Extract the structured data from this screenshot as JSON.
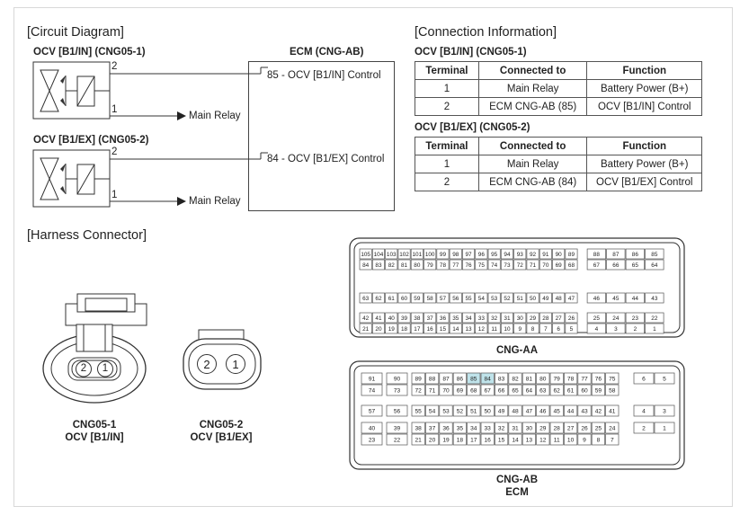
{
  "circuit": {
    "title": "[Circuit Diagram]",
    "ocv_in_label": "OCV [B1/IN] (CNG05-1)",
    "ocv_ex_label": "OCV [B1/EX] (CNG05-2)",
    "ecm_label": "ECM (CNG-AB)",
    "pin2": "2",
    "pin1": "1",
    "main_relay": "Main Relay",
    "ecm_pin85": "85 - OCV [B1/IN] Control",
    "ecm_pin84": "84 - OCV [B1/EX] Control"
  },
  "connection": {
    "title": "[Connection Information]",
    "headers": [
      "Terminal",
      "Connected to",
      "Function"
    ],
    "ocv_in": {
      "label": "OCV [B1/IN] (CNG05-1)",
      "rows": [
        [
          "1",
          "Main Relay",
          "Battery Power (B+)"
        ],
        [
          "2",
          "ECM CNG-AB (85)",
          "OCV [B1/IN] Control"
        ]
      ]
    },
    "ocv_ex": {
      "label": "OCV [B1/EX] (CNG05-2)",
      "rows": [
        [
          "1",
          "Main Relay",
          "Battery Power (B+)"
        ],
        [
          "2",
          "ECM CNG-AB (84)",
          "OCV [B1/EX] Control"
        ]
      ]
    }
  },
  "harness": {
    "title": "[Harness Connector]",
    "cng05_1": {
      "name": "CNG05-1",
      "sub": "OCV [B1/IN]",
      "pins": [
        "2",
        "1"
      ]
    },
    "cng05_2": {
      "name": "CNG05-2",
      "sub": "OCV [B1/EX]",
      "pins": [
        "2",
        "1"
      ]
    },
    "cng_aa": {
      "label": "CNG-AA",
      "rows": [
        [
          "105",
          "104",
          "103",
          "102",
          "101",
          "100",
          "99",
          "98",
          "97",
          "96",
          "95",
          "94",
          "93",
          "92",
          "91",
          "90",
          "89",
          "",
          "88",
          "87",
          "86",
          "85"
        ],
        [
          "84",
          "83",
          "82",
          "81",
          "80",
          "79",
          "78",
          "77",
          "76",
          "75",
          "74",
          "73",
          "72",
          "71",
          "70",
          "69",
          "68",
          "",
          "67",
          "66",
          "65",
          "64"
        ],
        [
          "63",
          "62",
          "61",
          "60",
          "59",
          "58",
          "57",
          "56",
          "55",
          "54",
          "53",
          "52",
          "51",
          "50",
          "49",
          "48",
          "47",
          "",
          "46",
          "45",
          "44",
          "43"
        ],
        [
          "42",
          "41",
          "40",
          "39",
          "38",
          "37",
          "36",
          "35",
          "34",
          "33",
          "32",
          "31",
          "30",
          "29",
          "28",
          "27",
          "26",
          "",
          "25",
          "24",
          "23",
          "22"
        ],
        [
          "21",
          "20",
          "19",
          "18",
          "17",
          "16",
          "15",
          "14",
          "13",
          "12",
          "11",
          "10",
          "9",
          "8",
          "7",
          "6",
          "5",
          "",
          "4",
          "3",
          "2",
          "1"
        ]
      ]
    },
    "cng_ab": {
      "label": "CNG-AB",
      "sub": "ECM",
      "highlight": [
        "85",
        "84"
      ],
      "highlight_color": "#bfe3ea",
      "rows": [
        [
          "91",
          "",
          "90",
          "",
          "89",
          "88",
          "87",
          "86",
          "85",
          "84",
          "83",
          "82",
          "81",
          "80",
          "79",
          "78",
          "77",
          "76",
          "75",
          "",
          "6",
          "5"
        ],
        [
          "74",
          "",
          "73",
          "",
          "72",
          "71",
          "70",
          "69",
          "68",
          "67",
          "66",
          "65",
          "64",
          "63",
          "62",
          "61",
          "60",
          "59",
          "58",
          "",
          "",
          ""
        ],
        [
          "57",
          "",
          "56",
          "",
          "55",
          "54",
          "53",
          "52",
          "51",
          "50",
          "49",
          "48",
          "47",
          "46",
          "45",
          "44",
          "43",
          "42",
          "41",
          "",
          "4",
          "3"
        ],
        [
          "40",
          "",
          "39",
          "",
          "38",
          "37",
          "36",
          "35",
          "34",
          "33",
          "32",
          "31",
          "30",
          "29",
          "28",
          "27",
          "26",
          "25",
          "24",
          "",
          "2",
          "1"
        ],
        [
          "23",
          "",
          "22",
          "",
          "21",
          "20",
          "19",
          "18",
          "17",
          "16",
          "15",
          "14",
          "13",
          "12",
          "11",
          "10",
          "9",
          "8",
          "7",
          "",
          "",
          ""
        ]
      ]
    }
  }
}
